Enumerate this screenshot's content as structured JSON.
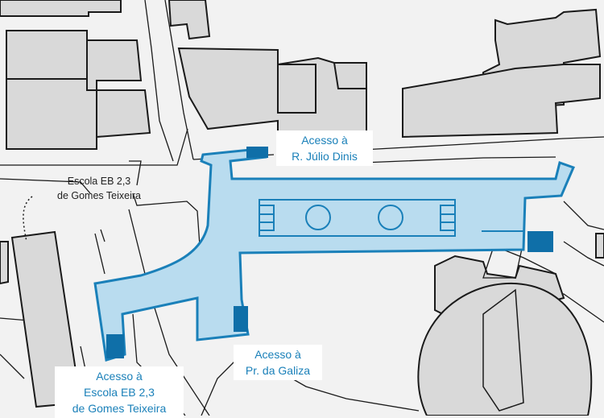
{
  "colors": {
    "background": "#f2f2f2",
    "building_fill": "#d9d9d9",
    "building_stroke": "#1a1a1a",
    "station_fill": "#b9dcef",
    "station_stroke": "#1a80b9",
    "access_fill": "#0f6fa8",
    "label_text": "#1a80b9"
  },
  "access_points": [
    {
      "id": "julio-dinis",
      "lines": [
        "Acesso à",
        "R. Júlio Dinis"
      ]
    },
    {
      "id": "galiza",
      "lines": [
        "Acesso à",
        "Pr. da Galiza"
      ]
    },
    {
      "id": "escola",
      "lines": [
        "Acesso à",
        "Escola EB 2,3",
        "de Gomes Teixeira"
      ]
    }
  ],
  "landmarks": [
    {
      "id": "escola-eb",
      "lines": [
        "Escola EB 2,3",
        "de Gomes Teixeira"
      ]
    }
  ]
}
